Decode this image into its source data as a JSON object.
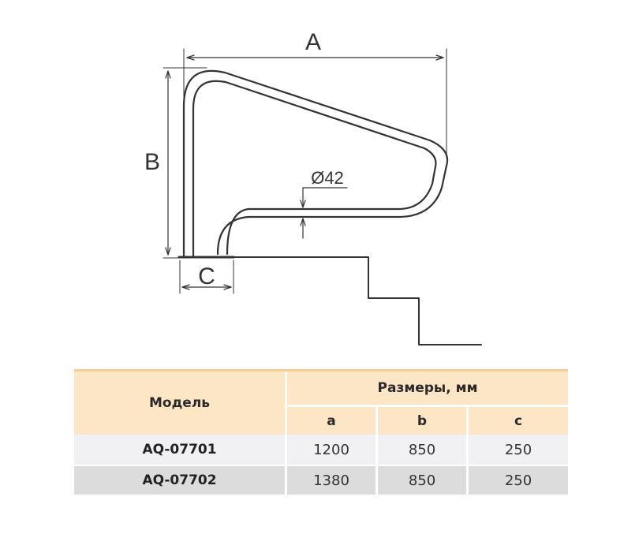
{
  "drawing": {
    "dimension_a": "A",
    "dimension_b": "B",
    "dimension_c": "C",
    "diameter": "Ø42",
    "line_color": "#333333"
  },
  "table": {
    "header_model": "Модель",
    "header_sizes": "Размеры, мм",
    "columns": [
      "a",
      "b",
      "c"
    ],
    "rows": [
      {
        "model": "AQ-07701",
        "a": "1200",
        "b": "850",
        "c": "250"
      },
      {
        "model": "AQ-07702",
        "a": "1380",
        "b": "850",
        "c": "250"
      }
    ],
    "header_color": "#fde6c6",
    "accent_color": "#f4cc96",
    "row1_color": "#f1f1f3",
    "row2_color": "#dcdcdd"
  }
}
